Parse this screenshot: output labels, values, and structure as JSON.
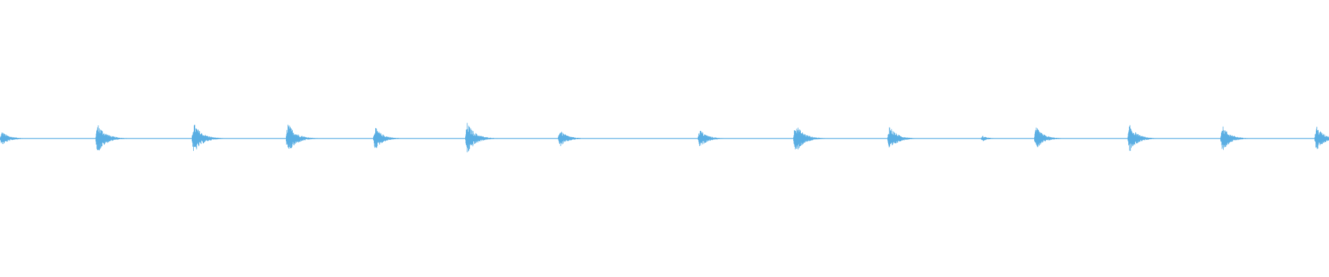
{
  "waveform": {
    "color": "#5aaee3",
    "baseline_color": "#5aaee3",
    "onsets": [
      {
        "time": 0.0,
        "amplitude": 0.45,
        "decay": 0.55
      },
      {
        "time": 0.072,
        "amplitude": 0.95,
        "decay": 0.6
      },
      {
        "time": 0.145,
        "amplitude": 1.0,
        "decay": 0.6
      },
      {
        "time": 0.216,
        "amplitude": 1.0,
        "decay": 0.6
      },
      {
        "time": 0.282,
        "amplitude": 0.75,
        "decay": 0.55
      },
      {
        "time": 0.352,
        "amplitude": 1.0,
        "decay": 0.6
      },
      {
        "time": 0.422,
        "amplitude": 0.55,
        "decay": 0.55
      },
      {
        "time": 0.528,
        "amplitude": 0.6,
        "decay": 0.55
      },
      {
        "time": 0.6,
        "amplitude": 1.0,
        "decay": 0.6
      },
      {
        "time": 0.671,
        "amplitude": 0.85,
        "decay": 0.55
      },
      {
        "time": 0.742,
        "amplitude": 0.2,
        "decay": 0.4
      },
      {
        "time": 0.782,
        "amplitude": 0.75,
        "decay": 0.55
      },
      {
        "time": 0.853,
        "amplitude": 0.9,
        "decay": 0.55
      },
      {
        "time": 0.923,
        "amplitude": 0.85,
        "decay": 0.55
      },
      {
        "time": 0.994,
        "amplitude": 0.8,
        "decay": 0.55
      }
    ]
  }
}
